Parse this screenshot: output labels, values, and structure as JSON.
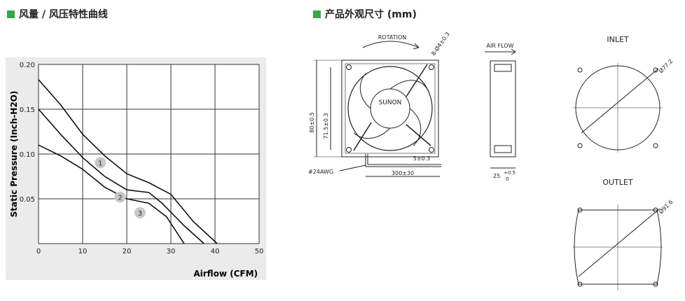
{
  "headers": {
    "left": "风量 / 风压特性曲线",
    "right": "产品外观尺寸 (mm)"
  },
  "colors": {
    "accent": "#3aa64a",
    "chart_background": "#ebebeb",
    "curve_marker": "#c8c8c8"
  },
  "chart_data": {
    "type": "line",
    "xlabel": "Airflow (CFM)",
    "ylabel": "Static Pressure (Inch-H2O)",
    "xlim": [
      0,
      50
    ],
    "ylim": [
      0,
      0.2
    ],
    "x_ticks": [
      "0",
      "10",
      "20",
      "30",
      "40",
      "50"
    ],
    "y_ticks": [
      "0.05",
      "0.10",
      "0.15",
      "0.20"
    ],
    "grid": true,
    "series": [
      {
        "name": "1",
        "x": [
          0,
          5,
          10,
          15,
          20,
          25,
          30,
          35,
          40.5
        ],
        "y": [
          0.183,
          0.155,
          0.122,
          0.098,
          0.078,
          0.068,
          0.055,
          0.025,
          0.0
        ]
      },
      {
        "name": "2",
        "x": [
          0,
          5,
          10,
          15,
          20,
          25,
          28,
          33,
          37.5
        ],
        "y": [
          0.15,
          0.122,
          0.096,
          0.075,
          0.06,
          0.057,
          0.045,
          0.02,
          0.0
        ]
      },
      {
        "name": "3",
        "x": [
          0,
          5,
          10,
          15,
          20,
          25,
          29,
          33
        ],
        "y": [
          0.11,
          0.098,
          0.083,
          0.063,
          0.05,
          0.045,
          0.03,
          0.0
        ]
      }
    ]
  },
  "dimensions": {
    "rotation": "ROTATION",
    "brand": "SUNON",
    "hole": "8-Ø4±0.3",
    "height": "80±0.5",
    "hole_pitch": "71.5±0.3",
    "lead_strip": "5±0.3",
    "lead_length": "300±30",
    "wire": "#24AWG",
    "airflow": "AIR FLOW",
    "thickness": "25",
    "thickness_tol_upper": "+0.5",
    "thickness_tol_lower": "0",
    "inlet": "INLET",
    "inlet_dia": "Ø77.2",
    "outlet": "OUTLET",
    "outlet_dia": "Ø91.6"
  }
}
